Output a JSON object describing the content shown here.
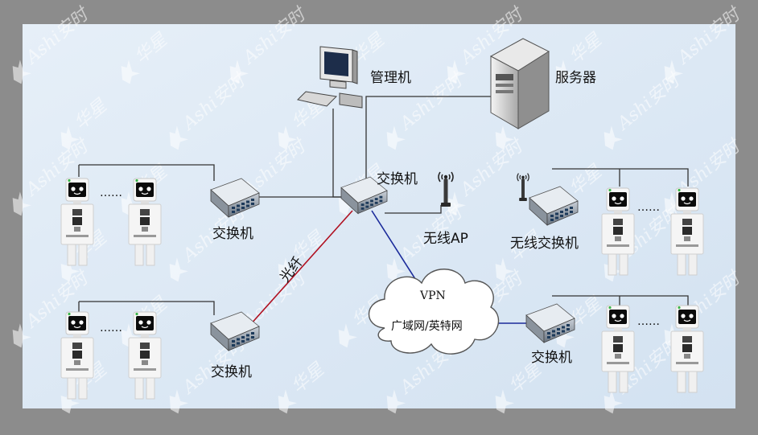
{
  "watermark": {
    "text": "Ashi安时",
    "text2": "华星"
  },
  "labels": {
    "admin_pc": "管理机",
    "server": "服务器",
    "core_switch": "交换机",
    "switch_left_top": "交换机",
    "switch_left_bottom": "交换机",
    "switch_right_bottom": "交换机",
    "wireless_ap": "无线AP",
    "wireless_switch": "无线交换机",
    "fiber": "光纤",
    "vpn": "VPN",
    "wan": "广域网/英特网",
    "dots": "……"
  },
  "colors": {
    "panel_bg": "#deeaf5",
    "border": "#8c8c8c",
    "line": "#333333",
    "fiber_line": "#b01020",
    "vpn_line": "#1a2a9a"
  }
}
